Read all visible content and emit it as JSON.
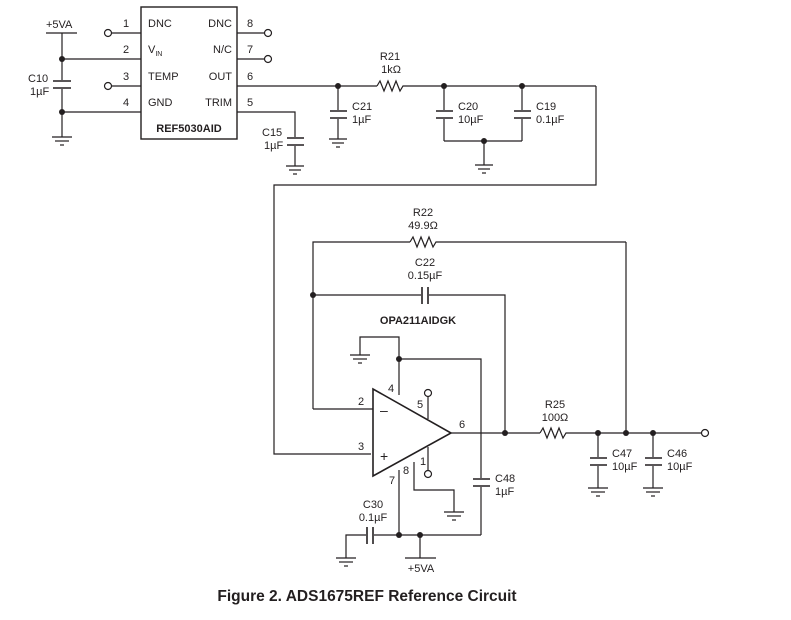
{
  "figure": {
    "caption": "Figure 2. ADS1675REF Reference Circuit"
  },
  "rails": {
    "supply_top": "+5VA",
    "supply_bottom": "+5VA"
  },
  "ref_ic": {
    "part": "REF5030AID",
    "pins_left": [
      {
        "num": "1",
        "name": "DNC"
      },
      {
        "num": "2",
        "name": "V",
        "sub": "IN"
      },
      {
        "num": "3",
        "name": "TEMP"
      },
      {
        "num": "4",
        "name": "GND"
      }
    ],
    "pins_right": [
      {
        "num": "8",
        "name": "DNC"
      },
      {
        "num": "7",
        "name": "N/C"
      },
      {
        "num": "6",
        "name": "OUT"
      },
      {
        "num": "5",
        "name": "TRIM"
      }
    ]
  },
  "opamp": {
    "part": "OPA211AIDGK",
    "inv_sign": "–",
    "noninv_sign": "+",
    "pins": {
      "p1": "1",
      "p2": "2",
      "p3": "3",
      "p4": "4",
      "p5": "5",
      "p6": "6",
      "p7": "7",
      "p8": "8"
    }
  },
  "components": {
    "C10": {
      "ref": "C10",
      "value": "1µF"
    },
    "C15": {
      "ref": "C15",
      "value": "1µF"
    },
    "C21": {
      "ref": "C21",
      "value": "1µF"
    },
    "R21": {
      "ref": "R21",
      "value": "1kΩ"
    },
    "C20": {
      "ref": "C20",
      "value": "10µF"
    },
    "C19": {
      "ref": "C19",
      "value": "0.1µF"
    },
    "R22": {
      "ref": "R22",
      "value": "49.9Ω"
    },
    "C22": {
      "ref": "C22",
      "value": "0.15µF"
    },
    "C30": {
      "ref": "C30",
      "value": "0.1µF"
    },
    "C48": {
      "ref": "C48",
      "value": "1µF"
    },
    "R25": {
      "ref": "R25",
      "value": "100Ω"
    },
    "C47": {
      "ref": "C47",
      "value": "10µF"
    },
    "C46": {
      "ref": "C46",
      "value": "10µF"
    }
  }
}
